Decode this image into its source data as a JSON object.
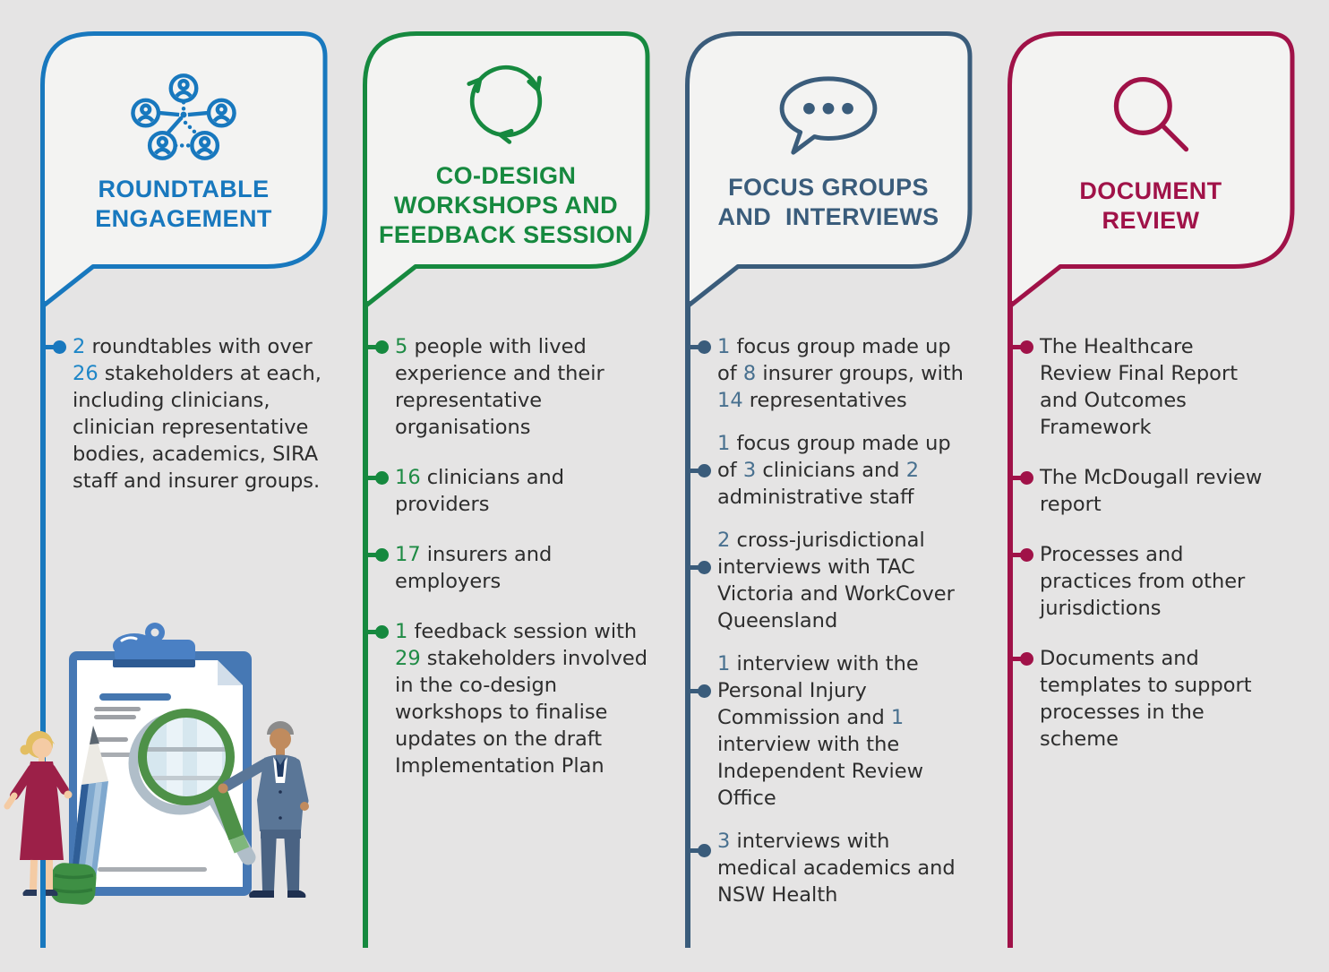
{
  "page": {
    "background": "#E5E4E4",
    "card_background": "#F3F3F2",
    "text_color": "#2D2D2D"
  },
  "illustration_alt": "Woman and man reviewing a clipboard document with a pencil and a large magnifying glass",
  "columns": [
    {
      "id": "roundtable-engagement",
      "accent": "#1878BE",
      "num_color": "#1E86C7",
      "icon": "people-network-icon",
      "title": "ROUNDTABLE\nENGAGEMENT",
      "items": [
        {
          "segments": [
            {
              "t": "2",
              "h": true
            },
            {
              "t": " roundtables with over ",
              "h": false
            },
            {
              "t": "26",
              "h": true
            },
            {
              "t": " stakeholders at each, including clinicians, clinician representative bodies, academics, SIRA staff and insurer groups.",
              "h": false
            }
          ]
        }
      ]
    },
    {
      "id": "co-design-workshops",
      "accent": "#16893F",
      "num_color": "#1F8B45",
      "icon": "cycle-arrows-icon",
      "title": "CO-DESIGN\nWORKSHOPS AND\nFEEDBACK SESSION",
      "items": [
        {
          "segments": [
            {
              "t": "5",
              "h": true
            },
            {
              "t": " people with lived experience and their representative organisations",
              "h": false
            }
          ]
        },
        {
          "segments": [
            {
              "t": "16",
              "h": true
            },
            {
              "t": " clinicians and providers",
              "h": false
            }
          ]
        },
        {
          "segments": [
            {
              "t": "17",
              "h": true
            },
            {
              "t": " insurers and employers",
              "h": false
            }
          ]
        },
        {
          "segments": [
            {
              "t": "1",
              "h": true
            },
            {
              "t": " feedback session with ",
              "h": false
            },
            {
              "t": "29",
              "h": true
            },
            {
              "t": " stakeholders involved in the co-design workshops to finalise updates on the draft Implementation Plan",
              "h": false
            }
          ]
        }
      ]
    },
    {
      "id": "focus-groups-interviews",
      "accent": "#3A5C7B",
      "num_color": "#48708F",
      "icon": "speech-bubble-icon",
      "title": "FOCUS GROUPS\nAND  INTERVIEWS",
      "items": [
        {
          "segments": [
            {
              "t": "1",
              "h": true
            },
            {
              "t": " focus group made up of ",
              "h": false
            },
            {
              "t": "8",
              "h": true
            },
            {
              "t": " insurer groups, with ",
              "h": false
            },
            {
              "t": "14",
              "h": true
            },
            {
              "t": " representatives",
              "h": false
            }
          ]
        },
        {
          "segments": [
            {
              "t": "1",
              "h": true
            },
            {
              "t": " focus group made up of ",
              "h": false
            },
            {
              "t": "3",
              "h": true
            },
            {
              "t": " clinicians and ",
              "h": false
            },
            {
              "t": "2",
              "h": true
            },
            {
              "t": " administrative staff",
              "h": false
            }
          ]
        },
        {
          "segments": [
            {
              "t": "2",
              "h": true
            },
            {
              "t": " cross-jurisdictional interviews with TAC Victoria and WorkCover Queensland",
              "h": false
            }
          ]
        },
        {
          "segments": [
            {
              "t": "1",
              "h": true
            },
            {
              "t": " interview with the Personal Injury Commission and ",
              "h": false
            },
            {
              "t": "1",
              "h": true
            },
            {
              "t": " interview with the Independent Review Office",
              "h": false
            }
          ]
        },
        {
          "segments": [
            {
              "t": "3",
              "h": true
            },
            {
              "t": " interviews with medical academics and NSW Health",
              "h": false
            }
          ]
        }
      ]
    },
    {
      "id": "document-review",
      "accent": "#A01248",
      "num_color": "#A01248",
      "icon": "magnifier-icon",
      "title": "DOCUMENT\nREVIEW",
      "items": [
        {
          "segments": [
            {
              "t": "The Healthcare Review Final Report and Outcomes Framework",
              "h": false
            }
          ]
        },
        {
          "segments": [
            {
              "t": "The McDougall review report",
              "h": false
            }
          ]
        },
        {
          "segments": [
            {
              "t": "Processes and practices from other jurisdictions",
              "h": false
            }
          ]
        },
        {
          "segments": [
            {
              "t": "Documents and templates to support processes in the scheme",
              "h": false
            }
          ]
        }
      ]
    }
  ]
}
